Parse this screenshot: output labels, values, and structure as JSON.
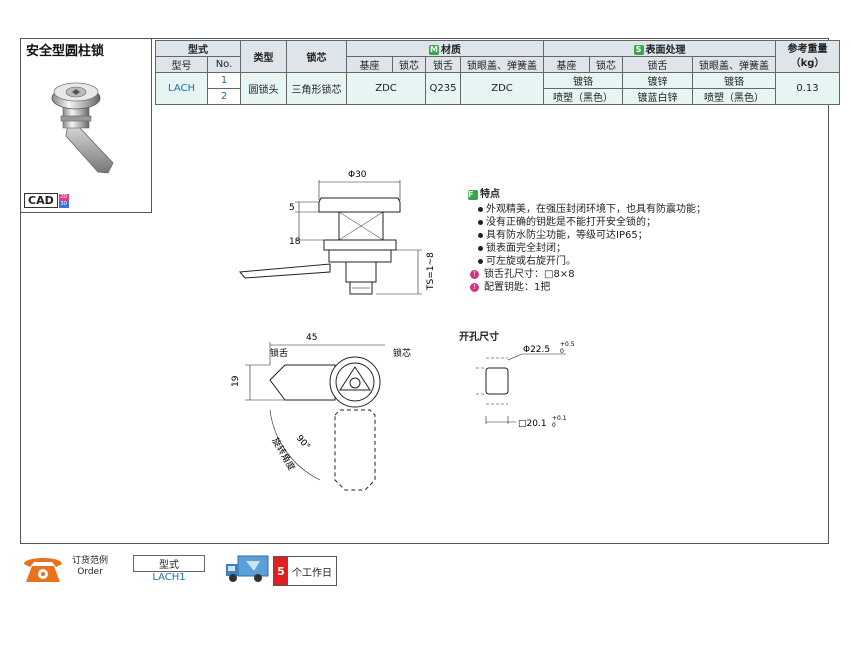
{
  "product": {
    "title": "安全型圆柱锁"
  },
  "cad": {
    "label": "CAD",
    "dim2d": "2D",
    "dim3d": "3D"
  },
  "table": {
    "h_type": "型式",
    "h_model": "型号",
    "h_no": "No.",
    "h_kind": "类型",
    "h_core": "锁芯",
    "m_badge": "M",
    "h_material": "材质",
    "s_badge": "S",
    "h_surface": "表面处理",
    "h_weight": "参考重量",
    "h_weight_unit": "（kg）",
    "sub_base": "基座",
    "sub_core": "锁芯",
    "sub_tongue": "锁舌",
    "sub_cover": "锁眼盖、弹簧盖",
    "model": "LACH",
    "no1": "1",
    "no2": "2",
    "kind": "圆锁头",
    "core": "三角形锁芯",
    "mat_base_core": "ZDC",
    "mat_tongue": "Q235",
    "mat_cover": "ZDC",
    "r1_base_core": "镀铬",
    "r1_tongue": "镀锌",
    "r1_cover": "镀铬",
    "r2_base_core": "喷塑（黑色）",
    "r2_tongue": "镀蓝白锌",
    "r2_cover": "喷塑（黑色）",
    "weight": "0.13"
  },
  "drawing": {
    "dim_phi30": "Φ30",
    "dim_5": "5",
    "dim_18": "18",
    "dim_ts": "TS=1~8",
    "dim_45": "45",
    "dim_19": "19",
    "lbl_tongue": "锁舌",
    "lbl_core": "锁芯",
    "lbl_angle": "90°",
    "lbl_rotation": "旋转角度"
  },
  "features": {
    "badge": "F",
    "title": "特点",
    "items": [
      "外观精美，在强压封闭环境下，也具有防震功能；",
      "没有正确的钥匙是不能打开安全锁的；",
      "具有防水防尘功能，等级可达IP65；",
      "锁表面完全封闭；",
      "可左旋或右旋开门。"
    ],
    "note1": "锁舌孔尺寸：□8×8",
    "note2": "配置钥匙：1把"
  },
  "cutout": {
    "title": "开孔尺寸",
    "dim_phi": "Φ22.5",
    "phi_tol_up": "+0.5",
    "phi_tol_low": "0",
    "dim_sq": "□20.1",
    "sq_tol_up": "+0.1",
    "sq_tol_low": "0"
  },
  "order": {
    "label_cn": "订货范例",
    "label_en": "Order",
    "col": "型式",
    "example": "LACH1"
  },
  "delivery": {
    "days": "5",
    "text": "个工作日"
  },
  "colors": {
    "accent_blue": "#1f6fb4",
    "header_bg": "#dde4ea",
    "row_bg": "#e6f4f4",
    "badge_green": "#3aa64a",
    "badge_pink": "#d63384",
    "days_red": "#e02020",
    "phone_orange": "#e8731c"
  }
}
